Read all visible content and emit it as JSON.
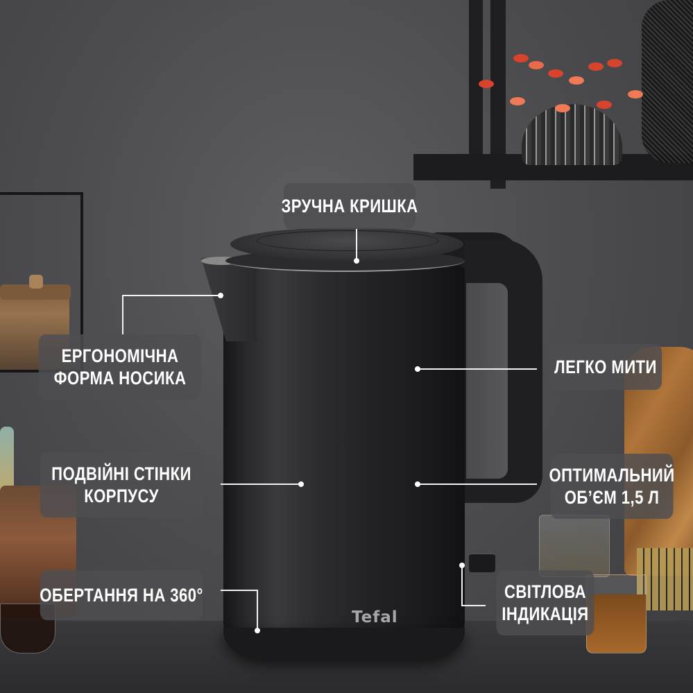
{
  "product": {
    "brand_logo": "Tefal",
    "type": "electric kettle",
    "colors": {
      "background": "#4d4d50",
      "kettle": "#232325",
      "label_bg": "#4e4e52",
      "label_text": "#ffffff",
      "accent_flowers": "#d8432e"
    }
  },
  "callouts": [
    {
      "id": "lid",
      "lines": [
        "ЗРУЧНА КРИШКА"
      ]
    },
    {
      "id": "spout",
      "lines": [
        "ЕРГОНОМІЧНА",
        "ФОРМА НОСИКА"
      ]
    },
    {
      "id": "walls",
      "lines": [
        "ПОДВІЙНІ СТІНКИ",
        "КОРПУСУ"
      ]
    },
    {
      "id": "rotation",
      "lines": [
        "ОБЕРТАННЯ НА 360°"
      ]
    },
    {
      "id": "wash",
      "lines": [
        "ЛЕГКО МИТИ"
      ]
    },
    {
      "id": "volume",
      "lines": [
        "ОПТИМАЛЬНИЙ",
        "ОБ’ЄМ 1,5 Л"
      ]
    },
    {
      "id": "light",
      "lines": [
        "СВІТЛОВА",
        "ІНДИКАЦІЯ"
      ]
    }
  ]
}
